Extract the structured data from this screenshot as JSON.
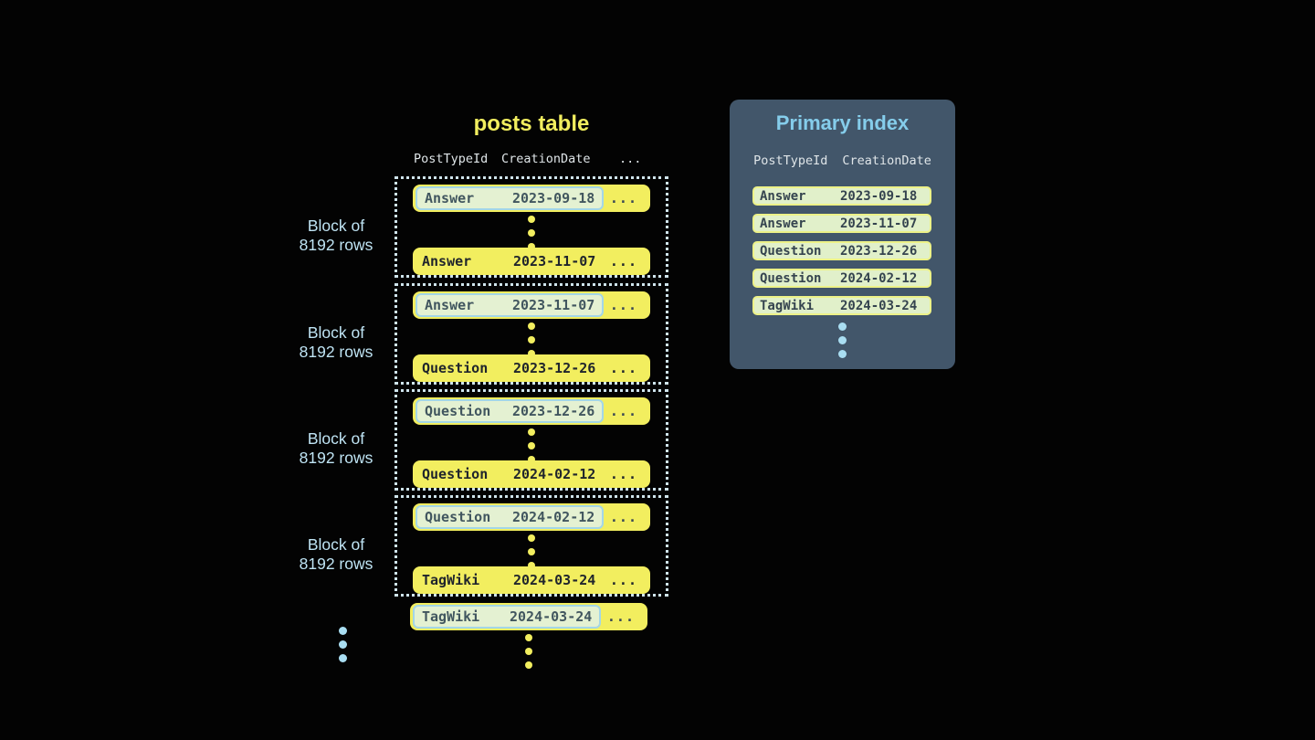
{
  "colors": {
    "background": "#030303",
    "yellow": "#f2ee5f",
    "row_text": "#20252c",
    "highlight_bg": "#e4f1d2",
    "highlight_border": "#a3d6e8",
    "highlight_text": "#41565f",
    "panel_bg": "#42566a",
    "panel_title": "#85cdeb",
    "header_text": "#dfe5e8",
    "block_label": "#bfe4f4",
    "dotted_border": "#cfe4ec",
    "index_row_bg": "#e1f0ca",
    "index_row_border": "#edf288",
    "index_row_text": "#35444f",
    "blue_dot": "#a9def2"
  },
  "posts_table": {
    "title": "posts table",
    "headers": [
      "PostTypeId",
      "CreationDate",
      "..."
    ],
    "block_label_line1": "Block of",
    "block_label_line2": "8192 rows",
    "ellipsis": "...",
    "blocks": [
      {
        "first": {
          "type": "Answer",
          "date": "2023-09-18"
        },
        "last": {
          "type": "Answer",
          "date": "2023-11-07"
        }
      },
      {
        "first": {
          "type": "Answer",
          "date": "2023-11-07"
        },
        "last": {
          "type": "Question",
          "date": "2023-12-26"
        }
      },
      {
        "first": {
          "type": "Question",
          "date": "2023-12-26"
        },
        "last": {
          "type": "Question",
          "date": "2024-02-12"
        }
      },
      {
        "first": {
          "type": "Question",
          "date": "2024-02-12"
        },
        "last": {
          "type": "TagWiki",
          "date": "2024-03-24"
        }
      }
    ],
    "overflow_row": {
      "type": "TagWiki",
      "date": "2024-03-24"
    }
  },
  "primary_index": {
    "title": "Primary index",
    "headers": [
      "PostTypeId",
      "CreationDate"
    ],
    "rows": [
      {
        "type": "Answer",
        "date": "2023-09-18"
      },
      {
        "type": "Answer",
        "date": "2023-11-07"
      },
      {
        "type": "Question",
        "date": "2023-12-26"
      },
      {
        "type": "Question",
        "date": "2024-02-12"
      },
      {
        "type": "TagWiki",
        "date": "2024-03-24"
      }
    ]
  }
}
